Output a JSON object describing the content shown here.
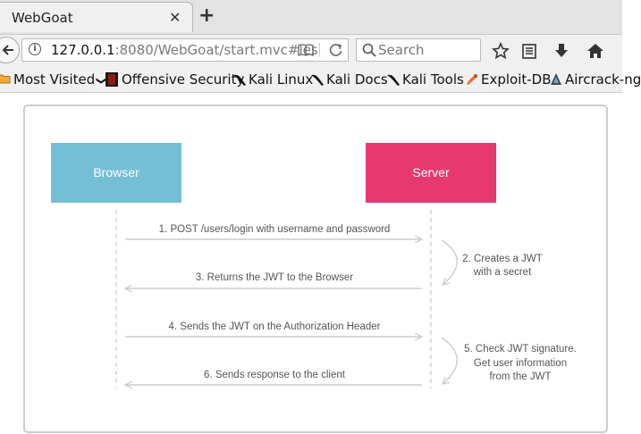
{
  "browser": {
    "tab_title": "WebGoat",
    "tab_close": "✕",
    "new_tab": "+",
    "url_host": "127.0.0.1",
    "url_rest": ":8080/WebGoat/start.mvc#les",
    "search_placeholder": "Search"
  },
  "bookmarks": [
    {
      "label": "Most Visited",
      "icon": "folder-icon",
      "chevron": "❯"
    },
    {
      "label": "Offensive Security",
      "icon": "offsec-icon"
    },
    {
      "label": "Kali Linux",
      "icon": "kali-dragon-icon"
    },
    {
      "label": "Kali Docs",
      "icon": "kali-dragon-icon"
    },
    {
      "label": "Kali Tools",
      "icon": "kali-dragon-icon"
    },
    {
      "label": "Exploit-DB",
      "icon": "exploitdb-icon"
    },
    {
      "label": "Aircrack-ng",
      "icon": "aircrack-icon"
    }
  ],
  "diagram": {
    "browser_label": "Browser",
    "server_label": "Server",
    "colors": {
      "browser": "#74bfd6",
      "server": "#e5396f",
      "arrow": "#cccccc",
      "text": "#555555"
    },
    "steps": {
      "s1": "1. POST /users/login with username and password",
      "s2_line1": "2. Creates a JWT",
      "s2_line2": "with a secret",
      "s3": "3. Returns the JWT to the Browser",
      "s4": "4. Sends the JWT on the Authorization Header",
      "s5_line1": "5. Check JWT signature.",
      "s5_line2": "Get user information",
      "s5_line3": "from the JWT",
      "s6": "6. Sends response to the client"
    }
  }
}
